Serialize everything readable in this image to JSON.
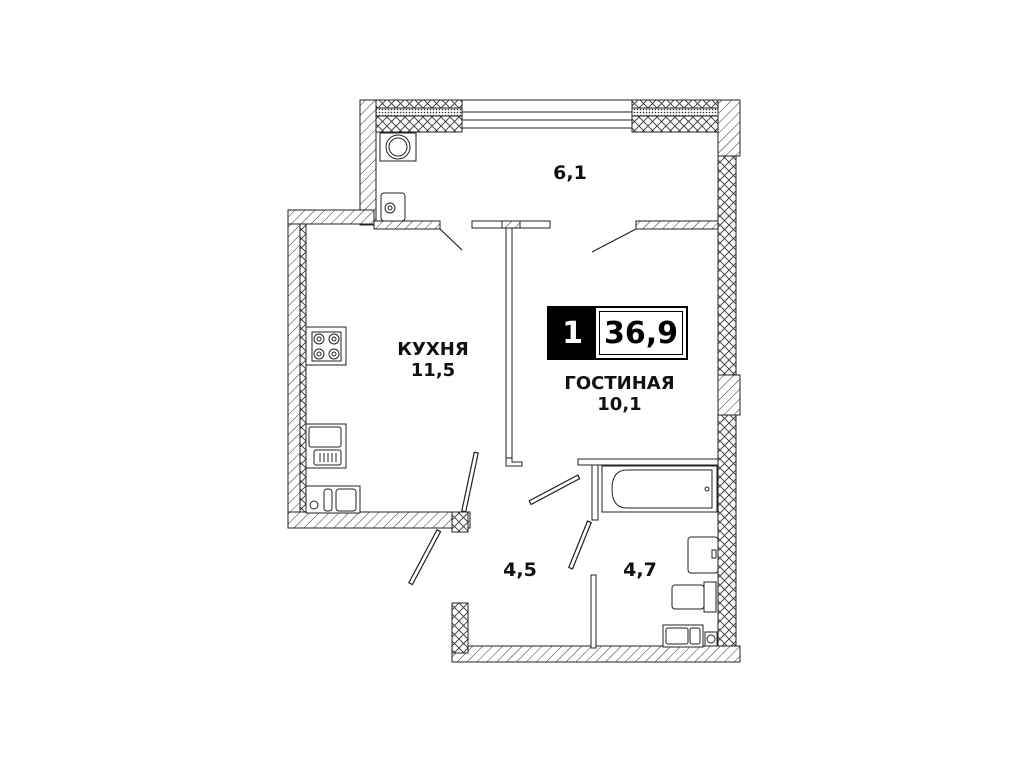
{
  "plan": {
    "rooms_count": "1",
    "total_area": "36,9",
    "colors": {
      "wall": "#222222",
      "background": "#ffffff",
      "badge_dark": "#000000"
    }
  },
  "rooms": {
    "loggia": {
      "label": "",
      "area": "6,1"
    },
    "kitchen": {
      "label": "КУХНЯ",
      "area": "11,5"
    },
    "living": {
      "label": "ГОСТИНАЯ",
      "area": "10,1"
    },
    "hallway": {
      "label": "",
      "area": "4,5"
    },
    "bathroom": {
      "label": "",
      "area": "4,7"
    }
  },
  "fixtures": [
    "washing-machine",
    "boiler",
    "stove",
    "sink",
    "fridge-counter",
    "bathtub",
    "washbasin",
    "toilet",
    "laundry-sink"
  ]
}
